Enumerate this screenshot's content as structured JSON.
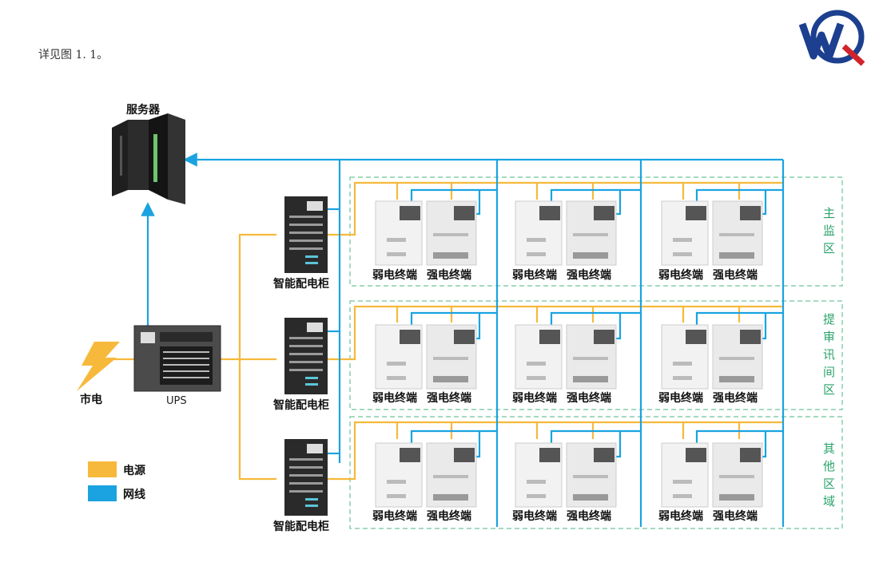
{
  "intro_text": "详见图 1. 1。",
  "colors": {
    "power": "#f6b93b",
    "network": "#1aa3e0",
    "zone_border": "#6cc49a",
    "zone_label": "#2aa36a"
  },
  "labels": {
    "server": "服务器",
    "city_power": "市电",
    "ups": "UPS",
    "cabinet": "智能配电柜",
    "weak_terminal": "弱电终端",
    "strong_terminal": "强电终端"
  },
  "zones": [
    {
      "chars": [
        "主",
        "监",
        "区"
      ]
    },
    {
      "chars": [
        "提",
        "审",
        "讯",
        "间",
        "区"
      ]
    },
    {
      "chars": [
        "其",
        "他",
        "区",
        "域"
      ]
    }
  ],
  "legend": [
    {
      "label": "电源",
      "color": "#f6b93b"
    },
    {
      "label": "网线",
      "color": "#1aa3e0"
    }
  ],
  "icons": {
    "logo": "wq-logo",
    "lightning": "lightning-icon"
  }
}
